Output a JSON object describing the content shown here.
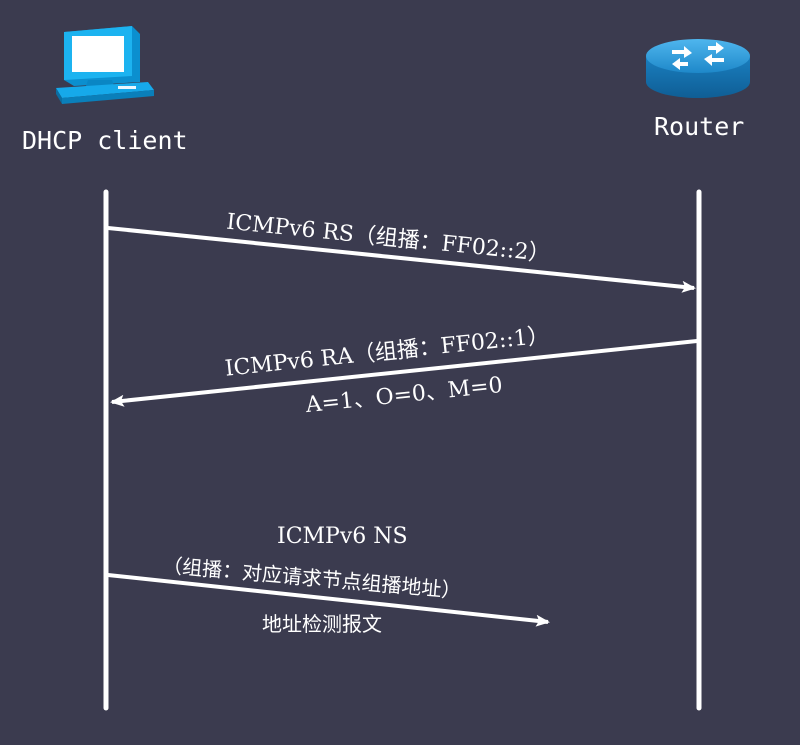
{
  "actors": {
    "client": {
      "label": "DHCP client",
      "icon": "desktop-computer-icon"
    },
    "router": {
      "label": "Router",
      "icon": "router-icon"
    }
  },
  "messages": [
    {
      "id": "rs",
      "from": "client",
      "to": "router",
      "label": "ICMPv6 RS（组播：FF02::2）"
    },
    {
      "id": "ra",
      "from": "router",
      "to": "client",
      "label": "ICMPv6 RA（组播：FF02::1）",
      "sublabel": "A=1、O=0、M=0"
    },
    {
      "id": "ns",
      "from": "client",
      "to": "partial",
      "label": "ICMPv6 NS",
      "sublabel": "（组播：对应请求节点组播地址）",
      "note": "地址检测报文"
    }
  ],
  "colors": {
    "background": "#3b3b4f",
    "line": "#ffffff",
    "computer_blue": "#0aa5e6",
    "router_blue": "#1f8fd1"
  }
}
